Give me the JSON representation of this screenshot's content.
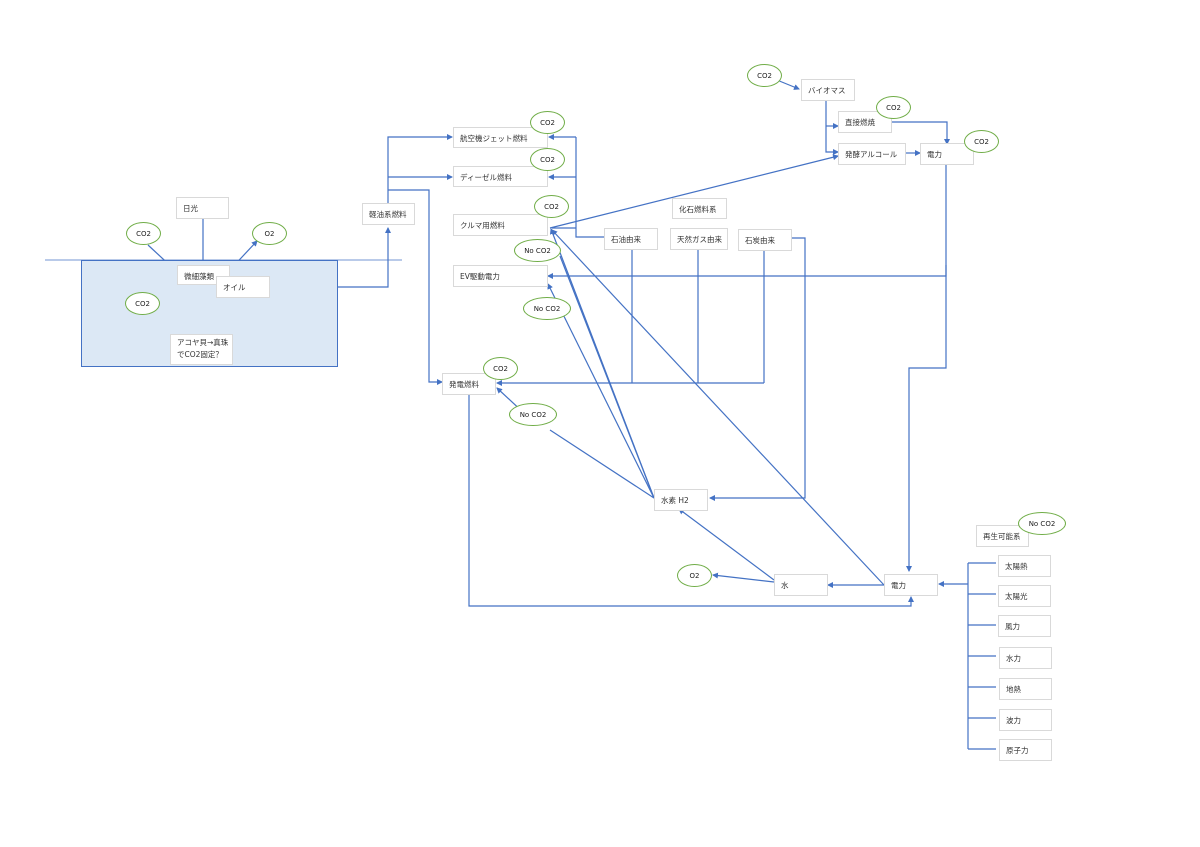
{
  "diagram": {
    "colors": {
      "line": "#4472c4",
      "ellipse_border": "#70ad47",
      "water": "#dce8f5",
      "box_border": "#d9d9d9"
    },
    "boxes": {
      "sunlight": "日光",
      "microalgae": "微細藻類",
      "oil": "オイル",
      "pearl_line1": "アコヤ貝→真珠",
      "pearl_line2": "でCO2固定？",
      "light_oil_fuel": "軽油系燃料",
      "jet_fuel": "航空機ジェット燃料",
      "diesel_fuel": "ディーゼル燃料",
      "car_fuel": "クルマ用燃料",
      "ev_power": "EV駆動電力",
      "power_gen_fuel": "発電燃料",
      "fossil_fuel_group": "化石燃料系",
      "from_oil": "石油由来",
      "from_natural_gas": "天然ガス由来",
      "from_coal": "石炭由来",
      "biomass": "バイオマス",
      "direct_combustion": "直接燃焼",
      "fermented_alcohol": "発酵アルコール",
      "electricity_bio": "電力",
      "hydrogen": "水素 H2",
      "water": "水",
      "electricity_main": "電力",
      "renewable_group": "再生可能系",
      "solar_heat": "太陽熱",
      "solar_light": "太陽光",
      "wind": "風力",
      "hydro": "水力",
      "geothermal": "地熱",
      "wave": "波力",
      "nuclear": "原子力"
    },
    "ellipses": {
      "co2_algae_top": "CO2",
      "co2_algae_bottom": "CO2",
      "o2_algae": "O2",
      "co2_jet": "CO2",
      "co2_diesel": "CO2",
      "co2_car": "CO2",
      "noco2_car": "No CO2",
      "noco2_ev": "No CO2",
      "co2_power_gen": "CO2",
      "noco2_power_gen": "No CO2",
      "co2_biomass": "CO2",
      "co2_direct": "CO2",
      "co2_bio_elec": "CO2",
      "o2_water": "O2",
      "noco2_renewable": "No CO2"
    }
  }
}
